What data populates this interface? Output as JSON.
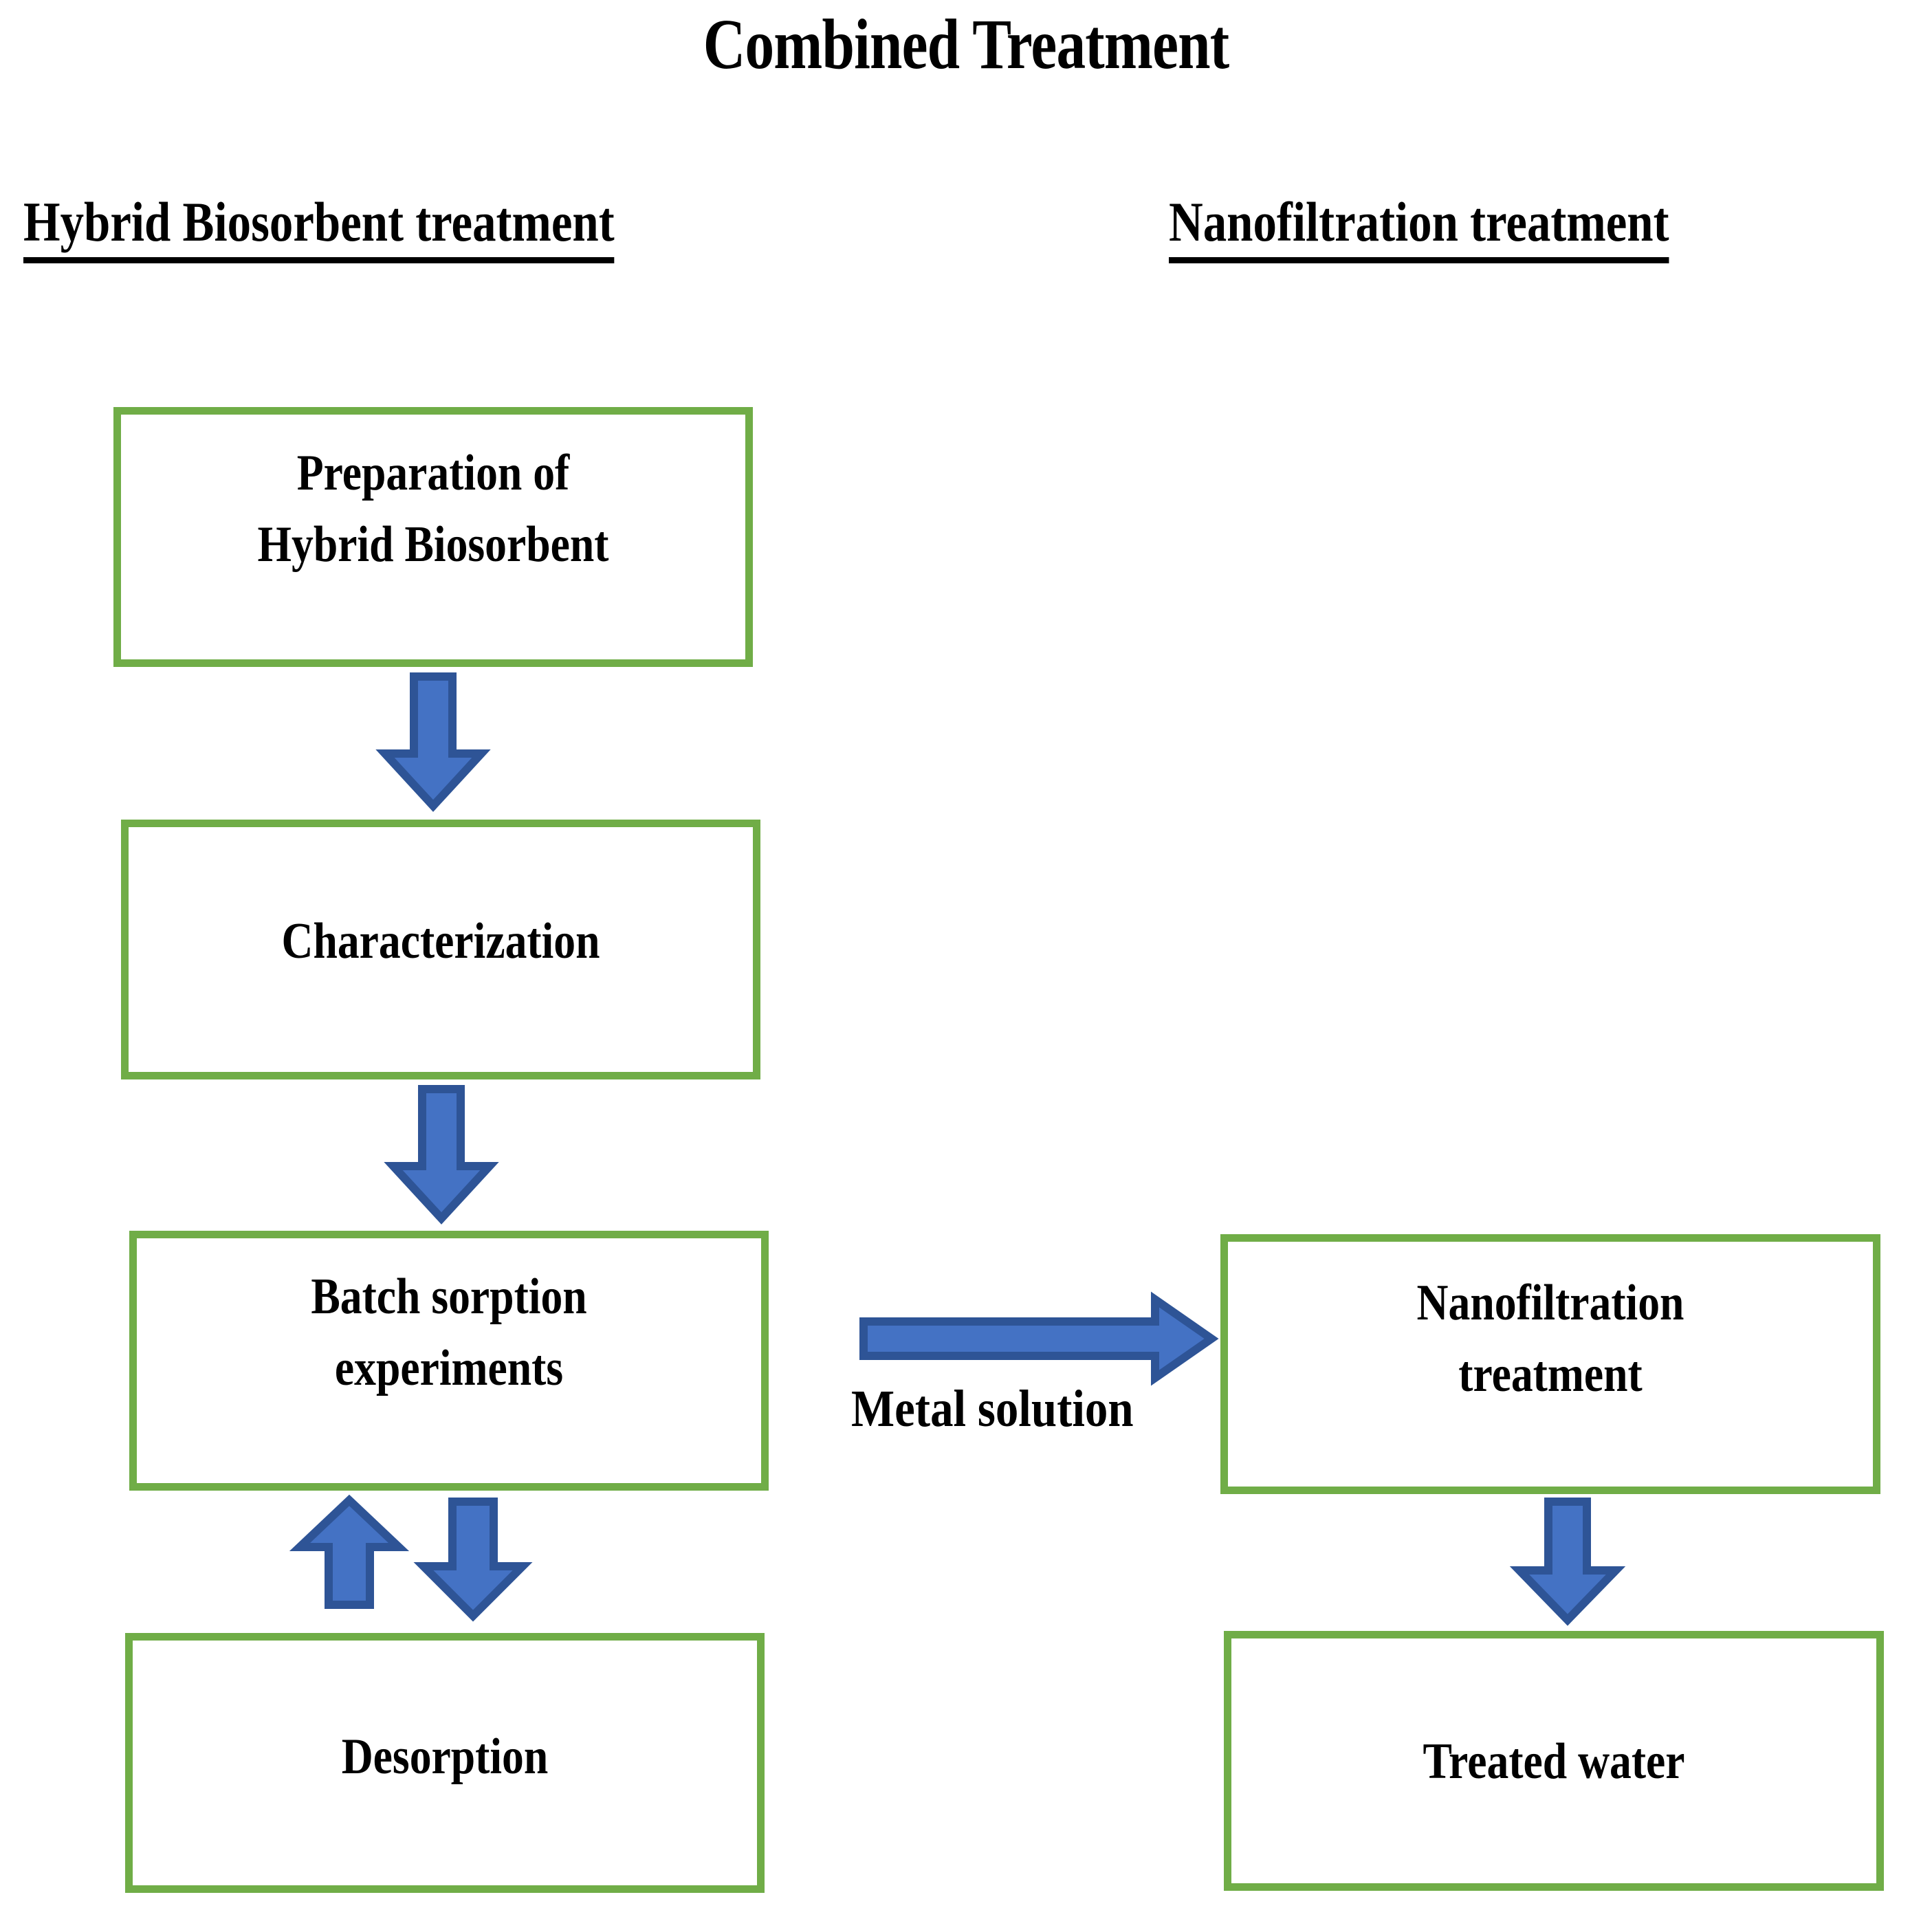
{
  "title": "Combined Treatment",
  "headings": {
    "left": "Hybrid Biosorbent treatment ",
    "right": "Nanofiltration treatment"
  },
  "boxes": {
    "preparation": "Preparation of\nHybrid Biosorbent",
    "characterization": "Characterization",
    "batch": "Batch sorption\nexperiments",
    "desorption": "Desorption",
    "nanofiltration": "Nanofiltration\ntreatment",
    "treated_water": "Treated water"
  },
  "labels": {
    "metal_solution": "Metal solution"
  },
  "colors": {
    "box_border_green": "#70AD47",
    "box_fill": "#FFFFFF",
    "arrow_fill": "#4472C4",
    "arrow_stroke": "#2E5496",
    "text": "#000000",
    "background": "#FFFFFF"
  },
  "flow": {
    "arrows": [
      {
        "name": "preparation-to-characterization",
        "direction": "down"
      },
      {
        "name": "characterization-to-batch",
        "direction": "down"
      },
      {
        "name": "batch-to-desorption",
        "direction": "down"
      },
      {
        "name": "desorption-to-batch",
        "direction": "up"
      },
      {
        "name": "batch-to-nanofiltration",
        "direction": "right",
        "label": "Metal solution"
      },
      {
        "name": "nanofiltration-to-treated-water",
        "direction": "down"
      }
    ]
  }
}
